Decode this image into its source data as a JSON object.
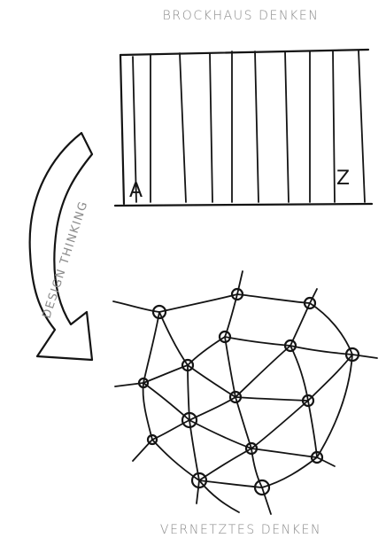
{
  "diagram": {
    "top_caption": "BROCKHAUS DENKEN",
    "bottom_caption": "VERNETZTES DENKEN",
    "arrow_label": "DESIGN THINKING",
    "shelf_start_letter": "A",
    "shelf_end_letter": "Z"
  },
  "colors": {
    "ink": "#141414",
    "caption": "#8a8a8a",
    "background": "#ffffff"
  },
  "icons": {
    "shelf": "bookshelf-sketch-icon",
    "arrow": "curved-arrow-icon",
    "network": "network-mesh-icon"
  }
}
